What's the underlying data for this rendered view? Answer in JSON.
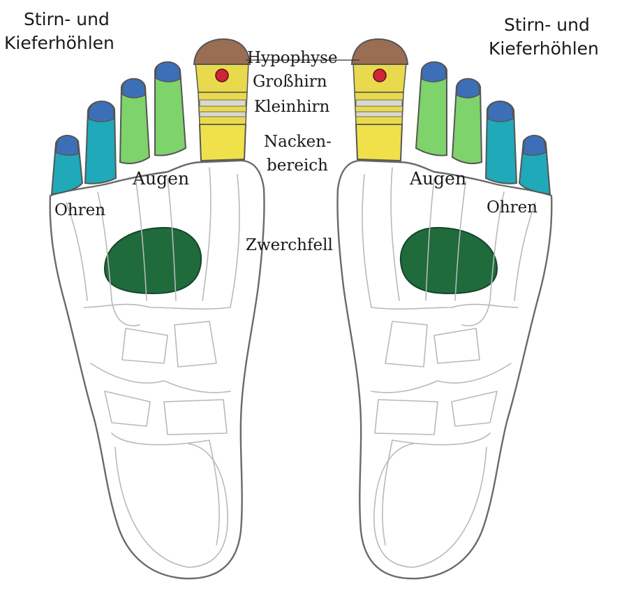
{
  "labels": {
    "sinuses_left": [
      "Stirn- und",
      "Kieferhöhlen"
    ],
    "sinuses_right": [
      "Stirn- und",
      "Kieferhöhlen"
    ],
    "hypophyse": "Hypophyse",
    "grosshirn": "Großhirn",
    "kleinhirn": "Kleinhirn",
    "nacken": [
      "Nacken-",
      "bereich"
    ],
    "zwerchfell": "Zwerchfell",
    "augen_left": "Augen",
    "augen_right": "Augen",
    "ohren_left": "Ohren",
    "ohren_right": "Ohren"
  },
  "colors": {
    "sinus_blue": "#3d6fb8",
    "ear_teal": "#1fa9b9",
    "eye_green": "#7ed36b",
    "neck_yellow": "#f0e14a",
    "brain_yellow": "#e8da4c",
    "hypophyse_brown": "#9a6e52",
    "grosshirn_red": "#d0243a",
    "zwerchfell_green": "#1f6b3c",
    "outline": "#6a6a6a"
  }
}
